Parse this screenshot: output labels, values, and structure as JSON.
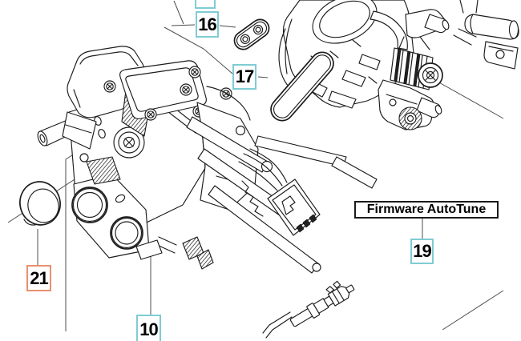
{
  "annotation": {
    "firmware_label": "Firmware AutoTune"
  },
  "callouts": {
    "c16": {
      "number": "16"
    },
    "c17": {
      "number": "17"
    },
    "c19": {
      "number": "19"
    },
    "c21": {
      "number": "21"
    },
    "c10": {
      "number": "10"
    },
    "top_partial": {
      "number": ""
    }
  },
  "colors": {
    "callout_teal_border": "#7fccd4",
    "callout_orange_border": "#e9906e",
    "annotation_border": "#1a1a1a",
    "label_text_color": "#000000"
  }
}
